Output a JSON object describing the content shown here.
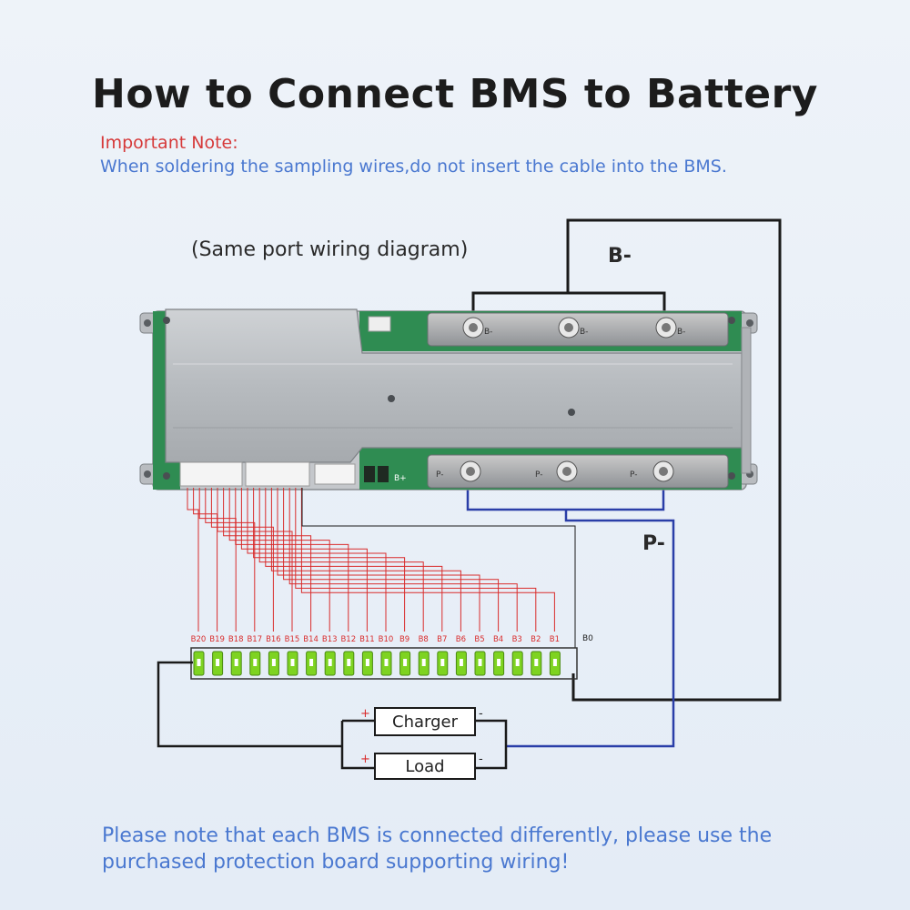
{
  "title": "How to Connect BMS to Battery",
  "note": {
    "label": "Important Note:",
    "text": "When soldering the sampling wires,do not insert the cable into the BMS."
  },
  "subtitle": "(Same port wiring diagram)",
  "labels": {
    "b_minus": "B-",
    "p_minus": "P-",
    "b0": "B0",
    "b_plus": "B+"
  },
  "board": {
    "pads_top": [
      "B-",
      "B-",
      "B-"
    ],
    "pads_bottom": [
      "P-",
      "P-",
      "P-"
    ]
  },
  "cells": [
    "B20",
    "B19",
    "B18",
    "B17",
    "B16",
    "B15",
    "B14",
    "B13",
    "B12",
    "B11",
    "B10",
    "B9",
    "B8",
    "B7",
    "B6",
    "B5",
    "B4",
    "B3",
    "B2",
    "B1"
  ],
  "charger": {
    "label": "Charger",
    "plus": "+",
    "minus": "-"
  },
  "load": {
    "label": "Load",
    "plus": "+",
    "minus": "-"
  },
  "footer": "Please note that each BMS is connected differently, please use the purchased protection board supporting wiring!",
  "colors": {
    "sense_wire": "#d92c2c",
    "p_wire": "#2a3ea8",
    "b_wire": "#1a1a1a",
    "pcb": "#2f8c52",
    "cell": "#7ed321",
    "heatsink": "#b9bcc0"
  }
}
